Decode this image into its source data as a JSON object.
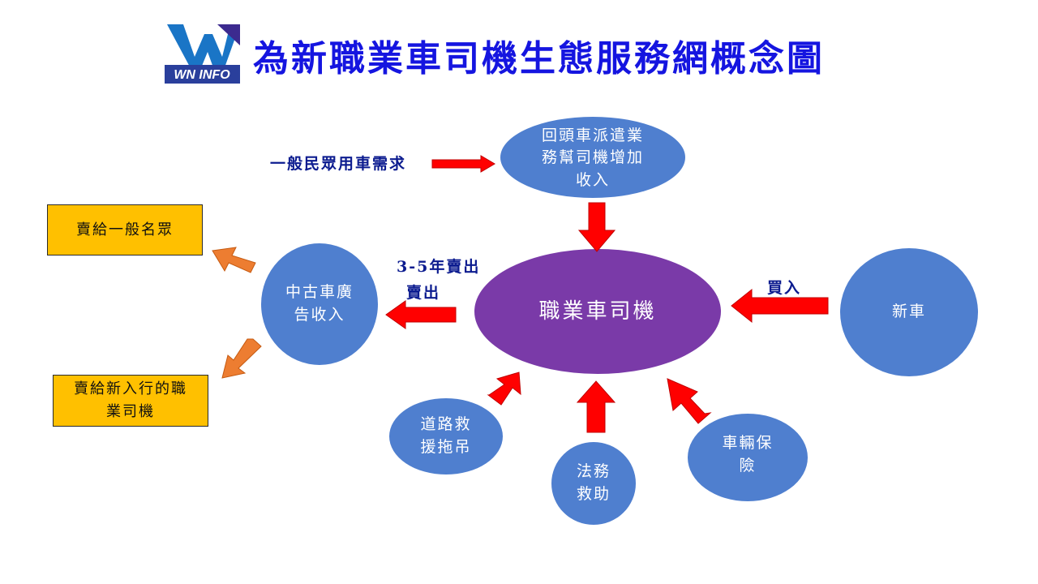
{
  "header": {
    "logo_text": "WN INFO",
    "title": "為新職業車司機生態服務網概念圖"
  },
  "nodes": {
    "center": "職業車司機",
    "dispatch_line1": "回頭車派遣業",
    "dispatch_line2": "務幫司機增加",
    "dispatch_line3": "收入",
    "used_car_line1": "中古車廣",
    "used_car_line2": "告收入",
    "new_car": "新車",
    "road_rescue_line1": "道路救",
    "road_rescue_line2": "援拖吊",
    "legal_line1": "法務",
    "legal_line2": "救助",
    "insurance_line1": "車輛保",
    "insurance_line2": "險"
  },
  "boxes": {
    "sell_public": "賣給一般名眾",
    "sell_new_driver_line1": "賣給新入行的職",
    "sell_new_driver_line2": "業司機"
  },
  "arrow_labels": {
    "public_demand": "一般民眾用車需求",
    "sell_years": "3-5年賣出",
    "sell_out": "賣出",
    "buy_in": "買入"
  },
  "colors": {
    "title": "#1515e0",
    "node_blue": "#4f7fcf",
    "center_purple": "#7a3aa8",
    "box_fill": "#ffc000",
    "arrow_red": "#ff0000",
    "arrow_orange": "#ed7d31",
    "label_navy": "#0b1b8f"
  }
}
